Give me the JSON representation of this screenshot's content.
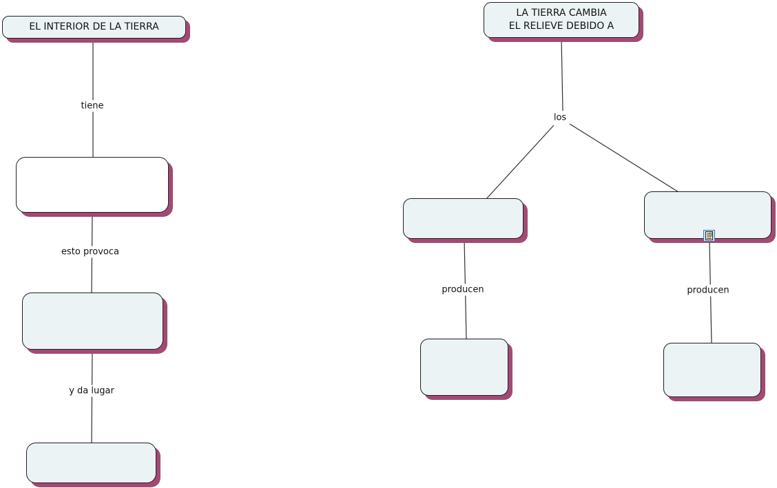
{
  "canvas": {
    "background": "#ffffff",
    "description": "concept map with two trees and empty concept boxes"
  },
  "colors": {
    "node_fill": "#ecf3f5",
    "node_fill_white": "#ffffff",
    "node_border": "#1f1f1f",
    "node_shadow": "#a34a74",
    "line": "#2e2e2e",
    "text": "#111111",
    "icon_bg": "#cfe2f3",
    "icon_border": "#4279ae"
  },
  "maps": [
    {
      "name": "el-interior-de-la-tierra",
      "root_label": "EL INTERIOR DE LA TIERRA",
      "link_labels": [
        "tiene",
        "esto provoca",
        "y da lugar"
      ],
      "empty_node_labels": [
        "",
        "",
        ""
      ]
    },
    {
      "name": "la-tierra-cambia-el-relieve",
      "root_label": "LA TIERRA CAMBIA\nEL RELIEVE DEBIDO A",
      "link_labels": [
        "los",
        "producen",
        "producen"
      ],
      "empty_node_labels": [
        "",
        "",
        "",
        ""
      ],
      "icons": [
        {
          "name": "resource-document-icon",
          "attached_to": "right-branch-node"
        }
      ]
    }
  ]
}
